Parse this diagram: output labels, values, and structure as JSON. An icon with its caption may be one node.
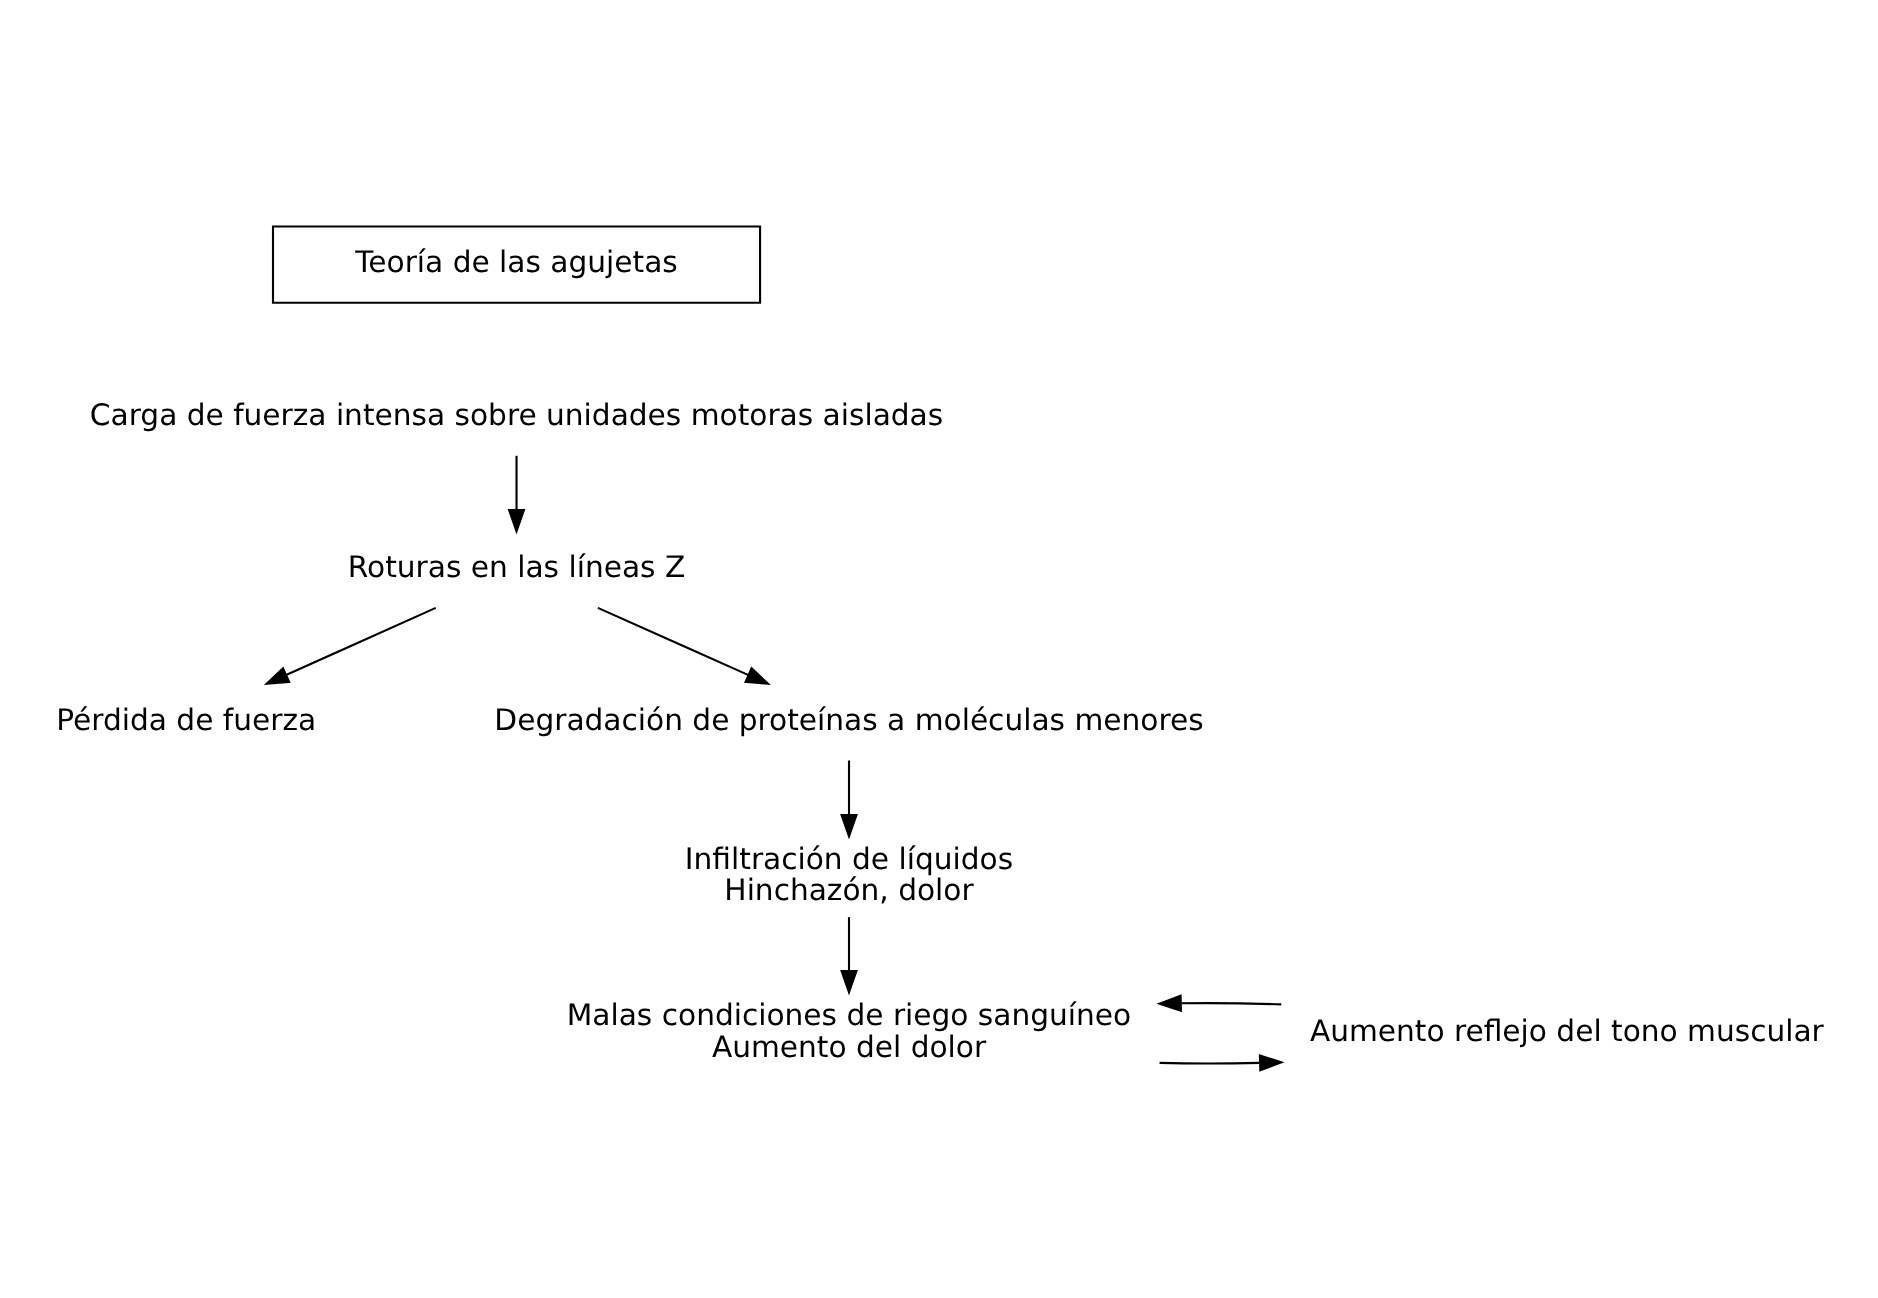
{
  "diagram": {
    "nodes": [
      {
        "text": [
          "Teoría de las agujetas"
        ]
      },
      {
        "text": [
          "Carga de fuerza intensa sobre unidades motoras aisladas"
        ]
      },
      {
        "text": [
          "Roturas en las líneas Z"
        ]
      },
      {
        "text": [
          "Pérdida de fuerza"
        ]
      },
      {
        "text": [
          "Degradación de proteínas a moléculas menores"
        ]
      },
      {
        "text": [
          "Infiltración de líquidos",
          "Hinchazón, dolor"
        ]
      },
      {
        "text": [
          "Malas condiciones de riego sanguíneo",
          "Aumento del dolor"
        ]
      },
      {
        "text": [
          "Aumento reflejo del tono muscular"
        ]
      }
    ],
    "edges": [
      {
        "from": 1,
        "to": 2,
        "arrow": "to"
      },
      {
        "from": 2,
        "to": 3,
        "arrow": "to"
      },
      {
        "from": 2,
        "to": 4,
        "arrow": "to"
      },
      {
        "from": 4,
        "to": 5,
        "arrow": "to"
      },
      {
        "from": 5,
        "to": 6,
        "arrow": "to"
      },
      {
        "from": 6,
        "to": 7,
        "arrow": "to"
      },
      {
        "from": 7,
        "to": 6,
        "arrow": "to"
      }
    ]
  }
}
